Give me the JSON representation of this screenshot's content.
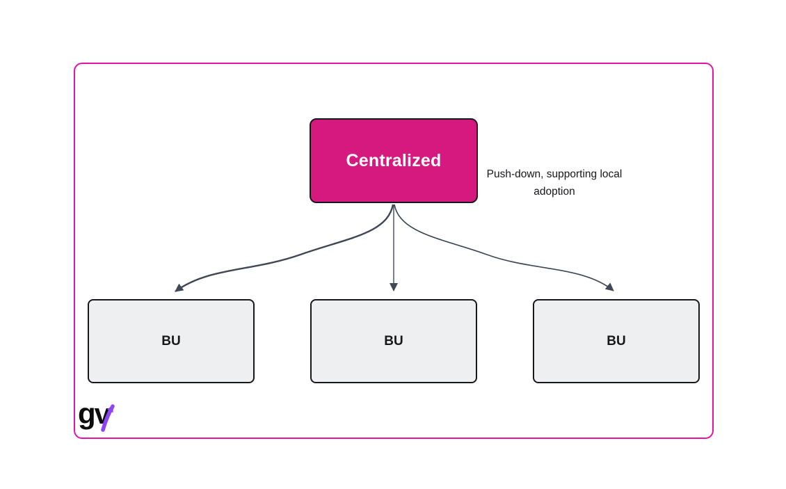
{
  "colors": {
    "frame_border": "#e512a3",
    "root_fill": "#d6197f",
    "root_text": "#ffffff",
    "node_border": "#17171d",
    "child_fill": "#eeeff1",
    "arrow": "#404755",
    "text_dark": "#17171c",
    "logo_arrow": "#8b45f7"
  },
  "diagram": {
    "root": {
      "label": "Centralized"
    },
    "annotation": "Push-down, supporting local adoption",
    "children": [
      {
        "label": "BU"
      },
      {
        "label": "BU"
      },
      {
        "label": "BU"
      }
    ]
  },
  "logo": {
    "wordmark": "gv"
  }
}
